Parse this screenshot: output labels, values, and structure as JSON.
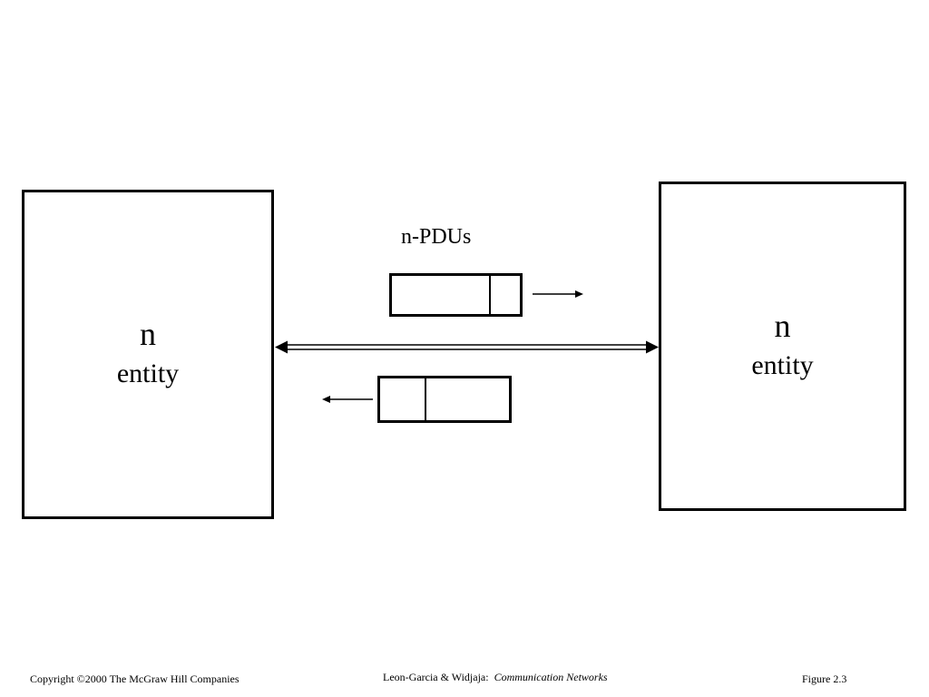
{
  "diagram": {
    "left_entity": {
      "symbol": "n",
      "label": "entity"
    },
    "right_entity": {
      "symbol": "n",
      "label": "entity"
    },
    "pdu_label": "n-PDUs"
  },
  "footer": {
    "copyright": "Copyright ©2000 The McGraw Hill Companies",
    "authors": "Leon-Garcia & Widjaja:",
    "book_title": "Communication Networks",
    "figure": "Figure 2.3"
  }
}
